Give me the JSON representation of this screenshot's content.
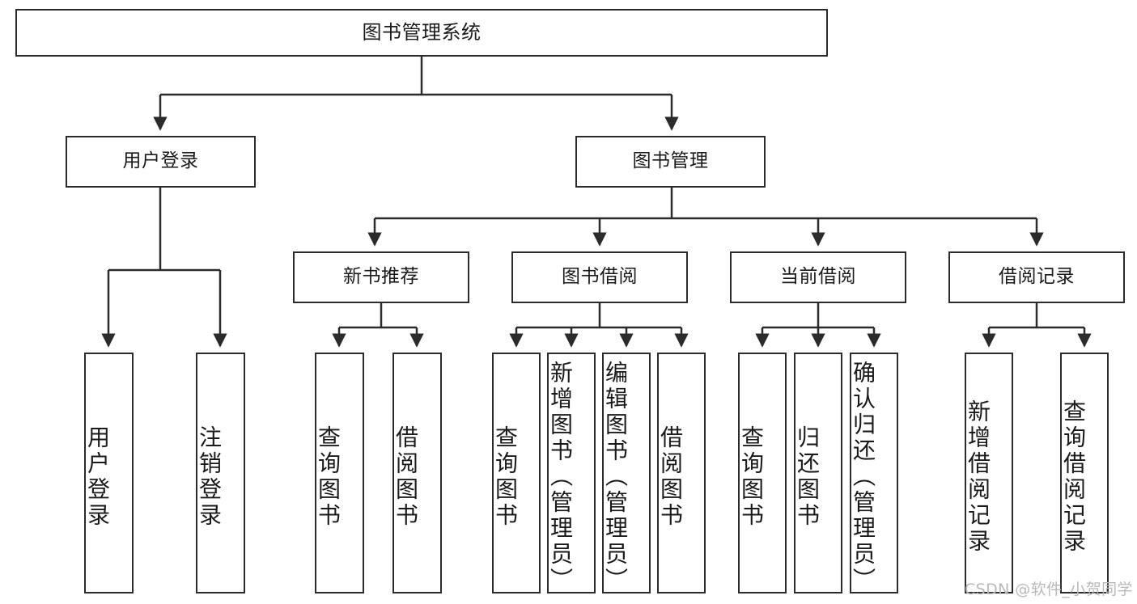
{
  "diagram": {
    "title": "图书管理系统",
    "type": "functional-structure-tree",
    "root": {
      "id": "root",
      "label": "图书管理系统"
    },
    "level2": [
      {
        "id": "user-login",
        "label": "用户登录"
      },
      {
        "id": "book-manage",
        "label": "图书管理"
      }
    ],
    "level3": [
      {
        "id": "new-book-recommend",
        "label": "新书推荐"
      },
      {
        "id": "book-borrow",
        "label": "图书借阅"
      },
      {
        "id": "current-borrow",
        "label": "当前借阅"
      },
      {
        "id": "borrow-record",
        "label": "借阅记录"
      }
    ],
    "leaves": {
      "user_login": [
        {
          "id": "leaf-user-login",
          "label": "用户登录"
        },
        {
          "id": "leaf-user-logout",
          "label": "注销登录"
        }
      ],
      "new_book_recommend": [
        {
          "id": "leaf-query-book-1",
          "label": "查询图书"
        },
        {
          "id": "leaf-borrow-book-1",
          "label": "借阅图书"
        }
      ],
      "book_borrow": [
        {
          "id": "leaf-query-book-2",
          "label": "查询图书"
        },
        {
          "id": "leaf-add-book",
          "label": "新增图书（管理员）"
        },
        {
          "id": "leaf-edit-book",
          "label": "编辑图书（管理员）"
        },
        {
          "id": "leaf-borrow-book-2",
          "label": "借阅图书"
        }
      ],
      "current_borrow": [
        {
          "id": "leaf-query-book-3",
          "label": "查询图书"
        },
        {
          "id": "leaf-return-book",
          "label": "归还图书"
        },
        {
          "id": "leaf-confirm-return",
          "label": "确认归还（管理员）"
        }
      ],
      "borrow_record": [
        {
          "id": "leaf-add-record",
          "label": "新增借阅记录"
        },
        {
          "id": "leaf-query-record",
          "label": "查询借阅记录"
        }
      ]
    }
  },
  "watermark": {
    "text": "CSDN @软件_小贺同学"
  },
  "colors": {
    "stroke": "#2b2b2b",
    "fill": "#ffffff",
    "text": "#1a1a1a",
    "watermark": "#b9b9b9"
  }
}
